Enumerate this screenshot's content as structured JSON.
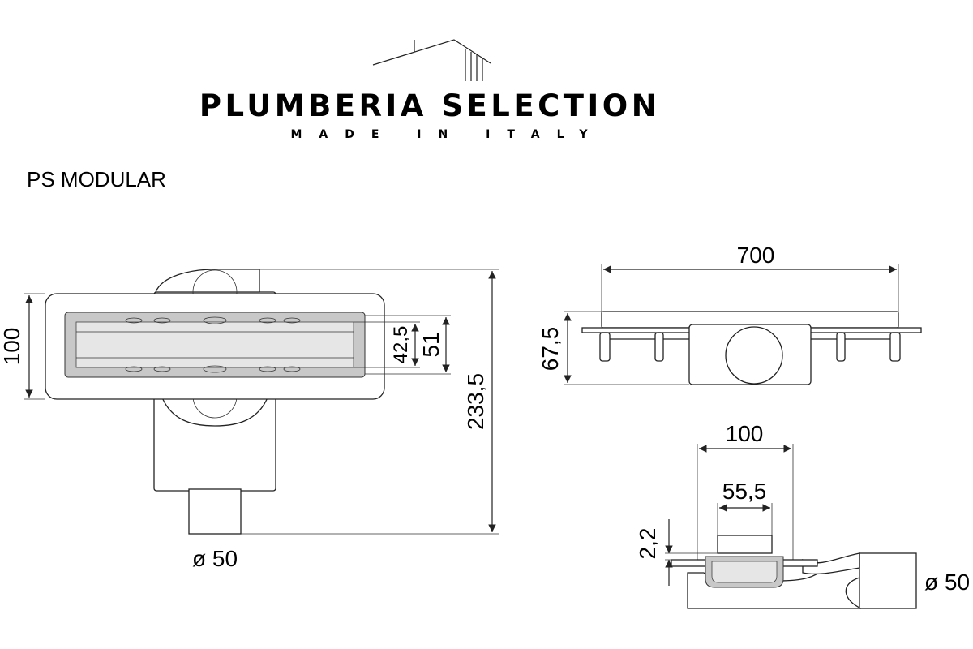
{
  "brand": {
    "name": "PLUMBERIA SELECTION",
    "tagline": "MADE IN ITALY"
  },
  "product": {
    "title": "PS MODULAR"
  },
  "top_view": {
    "width_label": "100",
    "length_label": "233,5",
    "grate_inner_label": "42,5",
    "grate_outer_label": "51",
    "outlet_label": "ø 50"
  },
  "side_view": {
    "length_label": "700",
    "height_label": "67,5"
  },
  "section_view": {
    "width_label": "100",
    "inner_label": "55,5",
    "offset_label": "2,2",
    "outlet_label": "ø 50"
  },
  "colors": {
    "line": "#222222",
    "fill_gray": "#c8c8c8"
  }
}
